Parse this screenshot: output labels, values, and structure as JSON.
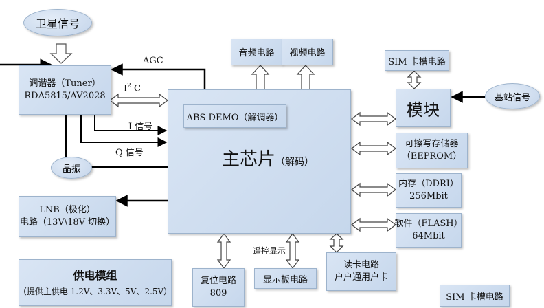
{
  "satellite": "卫星信号",
  "tuner": {
    "line1": "调谐器（Tuner）",
    "line2": "RDA5815/AV2028"
  },
  "agc": "AGC",
  "i2c": {
    "main": "I",
    "sup": "2",
    "rest": " C"
  },
  "i_signal": "I 信号",
  "q_signal": "Q 信号",
  "crystal": "晶振",
  "lnb": {
    "line1": "LNB（极化）",
    "line2": "电路（13V\\18V 切换）"
  },
  "power": {
    "title": "供电模组",
    "line2": "（提供主供电 1.2V、3.3V、5V、2.5V）"
  },
  "audio": "音频电路",
  "video": "视频电路",
  "abs_demo": "ABS DEMO（解调器）",
  "main_chip": {
    "big": "主芯片",
    "small": "（解码）"
  },
  "sim_slot_top": "SIM 卡槽电路",
  "module": "模块",
  "base_station": "基站信号",
  "eeprom": {
    "line1": "可擦写存储器",
    "line2": "（EEPROM）"
  },
  "ddr": {
    "line1": "内存（DDRI）",
    "line2": "256Mbit"
  },
  "flash": {
    "line1": "软件（FLASH）",
    "line2": "64Mbit"
  },
  "reset": {
    "line1": "复位电路",
    "line2": "809"
  },
  "remote_display": "遥控显示",
  "display_board": "显示板电路",
  "card_reader": {
    "line1": "读卡电路",
    "line2": "户户通用户卡"
  },
  "sim_slot_bottom": "SIM 卡槽电路"
}
